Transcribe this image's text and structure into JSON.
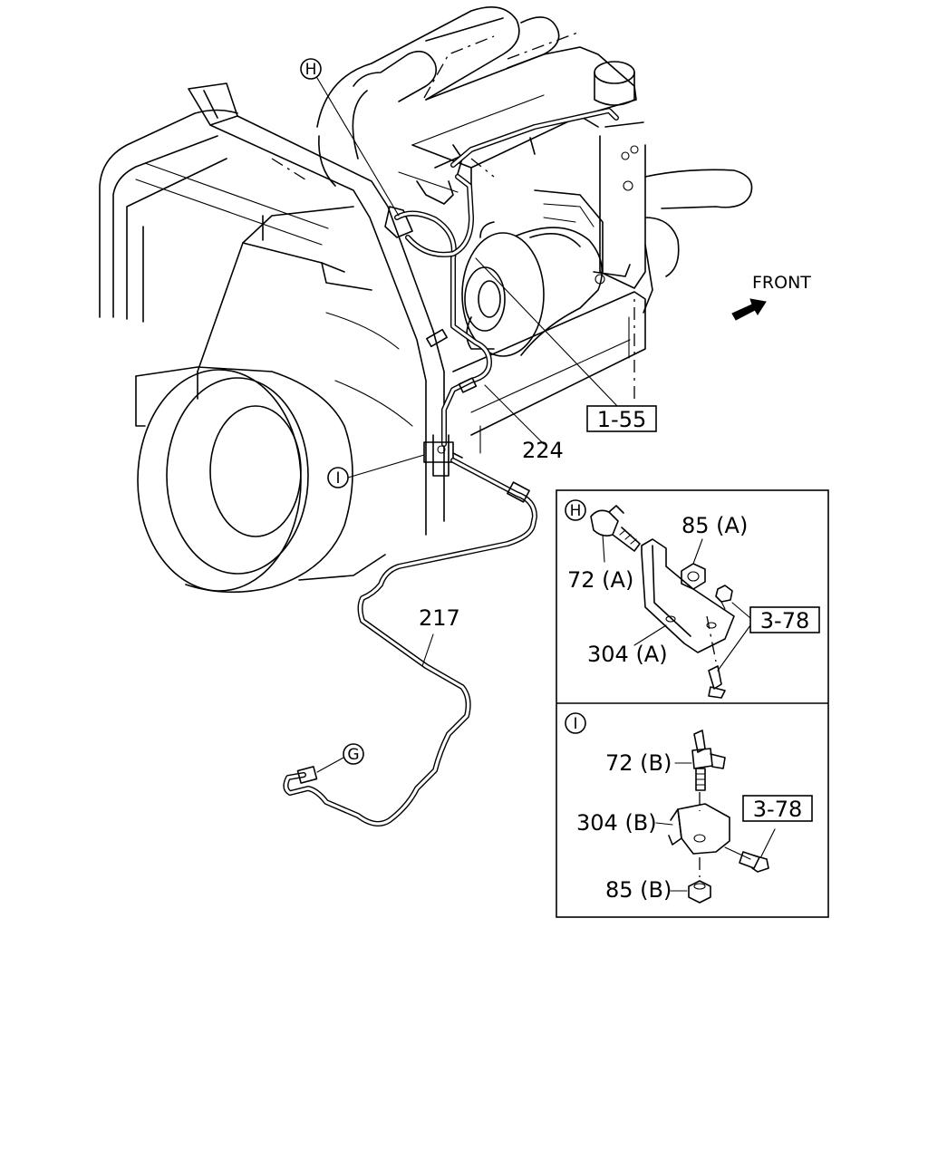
{
  "direction_label": "FRONT",
  "callouts": {
    "detail_h": "H",
    "detail_i": "I",
    "connection_g": "G"
  },
  "part_numbers": {
    "pipe_224": "224",
    "pipe_217": "217",
    "connector_72a": "72 (A)",
    "nut_85a": "85 (A)",
    "bracket_304a": "304 (A)",
    "connector_72b": "72 (B)",
    "bracket_304b": "304 (B)",
    "nut_85b": "85 (B)"
  },
  "reference_boxes": {
    "ref_1_55": "1-55",
    "ref_3_78_h": "3-78",
    "ref_3_78_i": "3-78"
  }
}
